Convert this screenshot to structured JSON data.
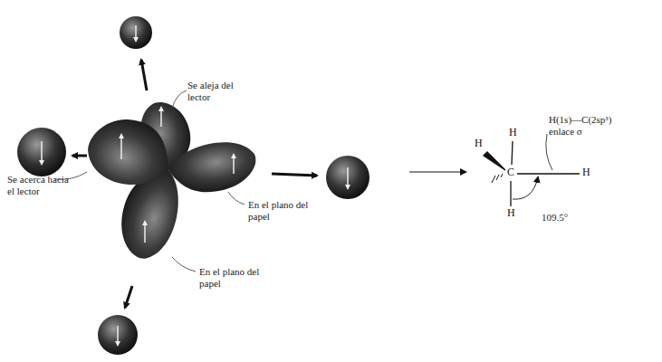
{
  "diagram": {
    "labels": [
      "Se aleja del lector",
      "Se acerca hacia el lector",
      "En el plano del papel",
      "En el plano del papel",
      "H",
      "H",
      "H",
      "C",
      "H",
      "H(1s)—C(2sp³) enlace σ",
      "109.5°"
    ]
  }
}
